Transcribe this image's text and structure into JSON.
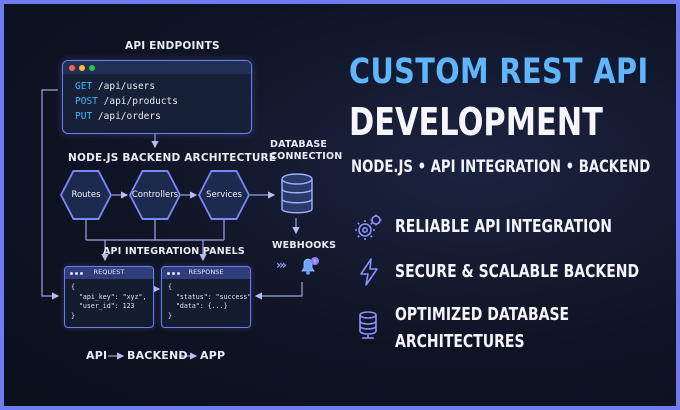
{
  "left": {
    "endpoints_title": "API ENDPOINTS",
    "endpoints": [
      {
        "method": "GET",
        "path": "/api/users"
      },
      {
        "method": "POST",
        "path": "/api/products"
      },
      {
        "method": "PUT",
        "path": "/api/orders"
      }
    ],
    "architecture_title": "NODE.JS BACKEND ARCHITECTURE",
    "nodes": [
      "Routes",
      "Controllers",
      "Services"
    ],
    "database_title_line1": "DATABASE",
    "database_title_line2": "CONNECTION",
    "webhooks_title": "WEBHOOKS",
    "panels_title": "API INTEGRATION PANELS",
    "request_panel": {
      "title": "REQUEST",
      "body": "{\n  \"api_key\": \"xyz\",\n  \"user_id\": 123\n}"
    },
    "response_panel": {
      "title": "RESPONSE",
      "body": "{\n  \"status\": \"success\",\n  \"data\": {...}\n}"
    },
    "flow": [
      "API",
      "BACKEND",
      "APP"
    ]
  },
  "right": {
    "title_line1": "CUSTOM REST API",
    "title_line2": "DEVELOPMENT",
    "subtitle": "NODE.JS • API INTEGRATION • BACKEND",
    "features": [
      {
        "icon": "gears-icon",
        "lines": [
          "RELIABLE API INTEGRATION"
        ]
      },
      {
        "icon": "lightning-icon",
        "lines": [
          "SECURE & SCALABLE BACKEND"
        ]
      },
      {
        "icon": "database-icon",
        "lines": [
          "OPTIMIZED DATABASE",
          "ARCHITECTURES"
        ]
      }
    ]
  },
  "colors": {
    "accent_blue": "#5fb6ff",
    "accent_purple": "#7b87ff",
    "background": "#0f1424",
    "text": "#f3f5fb"
  }
}
